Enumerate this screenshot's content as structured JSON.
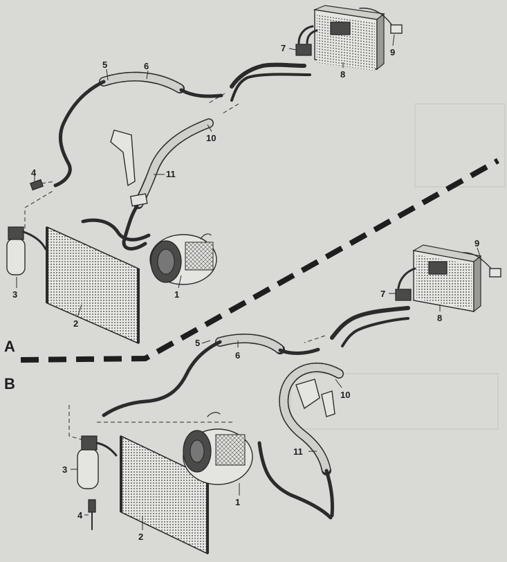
{
  "sections": {
    "a": "A",
    "b": "B"
  },
  "labels": {
    "a": [
      "1",
      "2",
      "3",
      "4",
      "5",
      "6",
      "7",
      "8",
      "9",
      "10",
      "11"
    ],
    "b": [
      "1",
      "2",
      "3",
      "4",
      "5",
      "6",
      "7",
      "8",
      "9",
      "10",
      "11"
    ]
  },
  "colors": {
    "paper": "#d9dad6",
    "ink": "#2b2b2b",
    "part_fill": "#e4e4e0"
  },
  "icons": [
    "evaporator",
    "condenser",
    "compressor",
    "receiver-drier",
    "pressure-switch",
    "expansion-valve",
    "hose"
  ]
}
